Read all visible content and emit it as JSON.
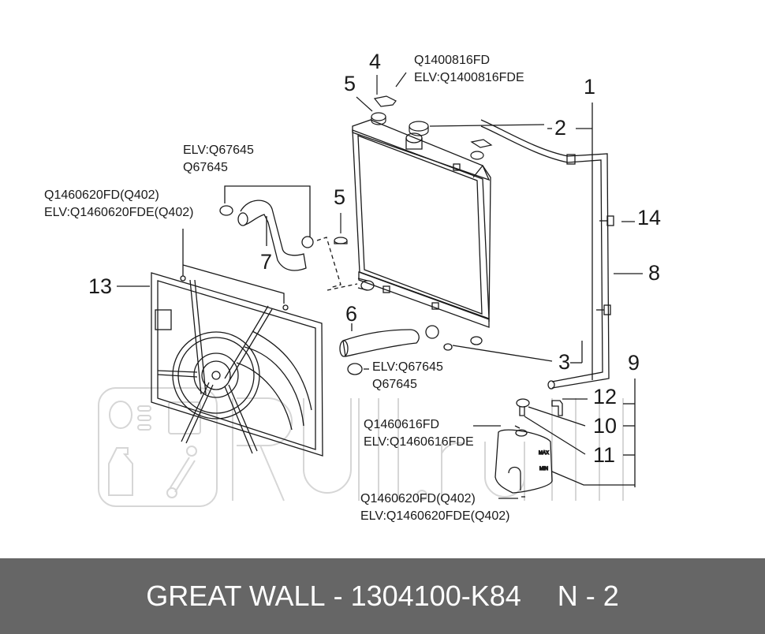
{
  "footer": {
    "brand": "GREAT WALL",
    "separator": "-",
    "part_number": "1304100-K84",
    "diagram_ref": "N - 2"
  },
  "watermark": {
    "text": "Rulli.ru",
    "color": "#d9d9d9"
  },
  "callouts": {
    "n1": "1",
    "n2": "2",
    "n3": "3",
    "n4": "4",
    "n5a": "5",
    "n5b": "5",
    "n6": "6",
    "n7": "7",
    "n8": "8",
    "n9": "9",
    "n10": "10",
    "n11": "11",
    "n12": "12",
    "n13": "13",
    "n14": "14"
  },
  "codes": {
    "top_bracket_1": "Q1400816FD",
    "top_bracket_2": "ELV:Q1400816FDE",
    "upper_clamp_1": "ELV:Q67645",
    "upper_clamp_2": "Q67645",
    "fan_bolt_1": "Q1460620FD(Q402)",
    "fan_bolt_2": "ELV:Q1460620FDE(Q402)",
    "lower_clamp_1": "ELV:Q67645",
    "lower_clamp_2": "Q67645",
    "tank_bolt_a_1": "Q1460616FD",
    "tank_bolt_a_2": "ELV:Q1460616FDE",
    "tank_bolt_b_1": "Q1460620FD(Q402)",
    "tank_bolt_b_2": "ELV:Q1460620FDE(Q402)"
  },
  "tank_marks": {
    "max": "MAX",
    "min": "MIN"
  },
  "colors": {
    "line": "#1a1a1a",
    "footer_bg": "#666666",
    "footer_text": "#ffffff"
  }
}
